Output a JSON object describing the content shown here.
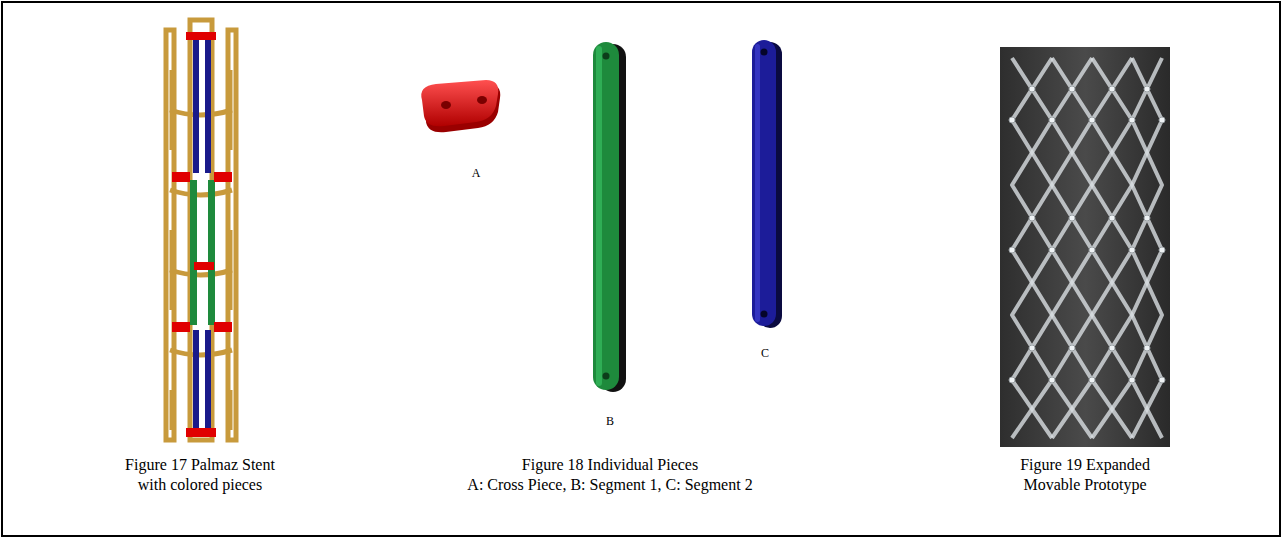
{
  "diagram": {
    "labels": [
      "Figure 17 Palmaz Stent with colored pieces",
      "A",
      "B",
      "C",
      "Figure 18 Individual Pieces",
      "A: Cross Piece, B: Segment 1, C: Segment 2",
      "Figure 19 Expanded Movable Prototype"
    ]
  }
}
